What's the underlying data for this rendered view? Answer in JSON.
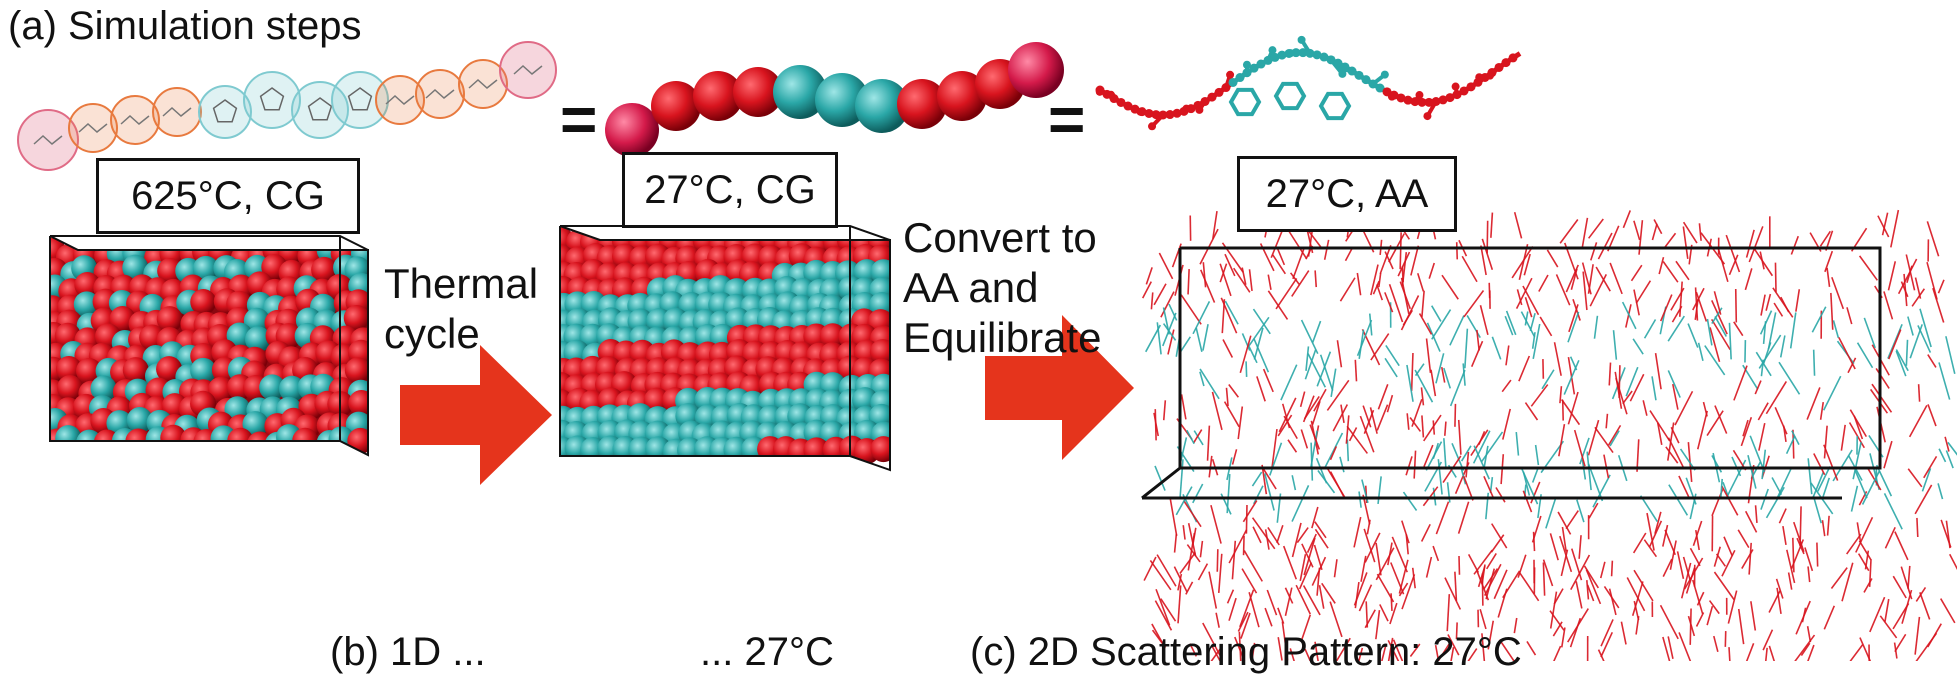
{
  "title": "(a) Simulation steps",
  "equals_sign": "=",
  "boxes": {
    "step1": "625°C, CG",
    "step2": "27°C, CG",
    "step3": "27°C, AA"
  },
  "arrows": {
    "arrow1_text": [
      "Thermal",
      "cycle"
    ],
    "arrow2_text": [
      "Convert to",
      "AA and",
      "Equilibrate"
    ]
  },
  "cutoff_labels": {
    "b": "(b) 1D ...",
    "b_mid": "... 27°C",
    "c": "(c) 2D Scattering Pattern: 27°C"
  },
  "colors": {
    "red_bead": "#d8141e",
    "cyan_bead": "#2aa7a7",
    "arrow": "#e5341c",
    "pink_ring": "#e06b86",
    "orange_ring": "#e87a3f",
    "cyan_ring": "#7fcad0"
  }
}
